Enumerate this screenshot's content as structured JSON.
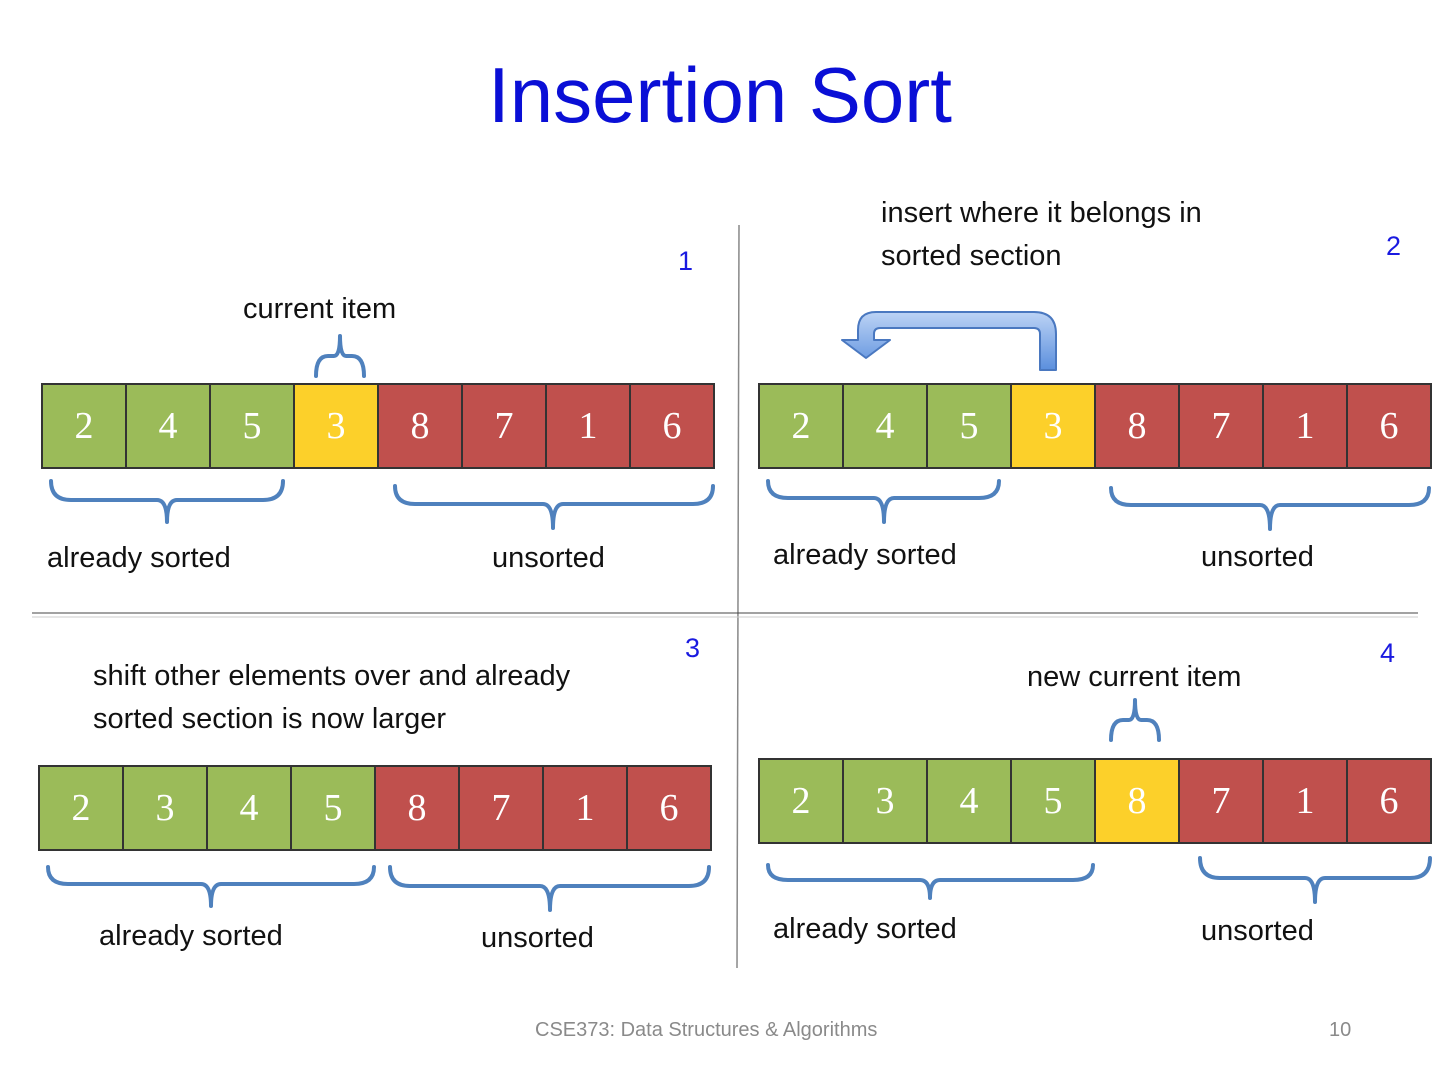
{
  "title": "Insertion Sort",
  "colors": {
    "sorted": "#9bbb59",
    "current": "#fcd02a",
    "unsorted": "#c0504d",
    "brace": "#4f81bd",
    "title": "#0a0fd6"
  },
  "panels": [
    {
      "number": "1",
      "top_label": "current item",
      "cells": [
        {
          "v": "2",
          "s": "sorted"
        },
        {
          "v": "4",
          "s": "sorted"
        },
        {
          "v": "5",
          "s": "sorted"
        },
        {
          "v": "3",
          "s": "current"
        },
        {
          "v": "8",
          "s": "unsorted"
        },
        {
          "v": "7",
          "s": "unsorted"
        },
        {
          "v": "1",
          "s": "unsorted"
        },
        {
          "v": "6",
          "s": "unsorted"
        }
      ],
      "left_label": "already sorted",
      "right_label": "unsorted"
    },
    {
      "number": "2",
      "top_label": "insert where it belongs in\nsorted section",
      "cells": [
        {
          "v": "2",
          "s": "sorted"
        },
        {
          "v": "4",
          "s": "sorted"
        },
        {
          "v": "5",
          "s": "sorted"
        },
        {
          "v": "3",
          "s": "current"
        },
        {
          "v": "8",
          "s": "unsorted"
        },
        {
          "v": "7",
          "s": "unsorted"
        },
        {
          "v": "1",
          "s": "unsorted"
        },
        {
          "v": "6",
          "s": "unsorted"
        }
      ],
      "left_label": "already sorted",
      "right_label": "unsorted"
    },
    {
      "number": "3",
      "top_label": "shift other elements over and already\nsorted section is now larger",
      "cells": [
        {
          "v": "2",
          "s": "sorted"
        },
        {
          "v": "3",
          "s": "sorted"
        },
        {
          "v": "4",
          "s": "sorted"
        },
        {
          "v": "5",
          "s": "sorted"
        },
        {
          "v": "8",
          "s": "unsorted"
        },
        {
          "v": "7",
          "s": "unsorted"
        },
        {
          "v": "1",
          "s": "unsorted"
        },
        {
          "v": "6",
          "s": "unsorted"
        }
      ],
      "left_label": "already sorted",
      "right_label": "unsorted"
    },
    {
      "number": "4",
      "top_label": "new current item",
      "cells": [
        {
          "v": "2",
          "s": "sorted"
        },
        {
          "v": "3",
          "s": "sorted"
        },
        {
          "v": "4",
          "s": "sorted"
        },
        {
          "v": "5",
          "s": "sorted"
        },
        {
          "v": "8",
          "s": "current"
        },
        {
          "v": "7",
          "s": "unsorted"
        },
        {
          "v": "1",
          "s": "unsorted"
        },
        {
          "v": "6",
          "s": "unsorted"
        }
      ],
      "left_label": "already sorted",
      "right_label": "unsorted"
    }
  ],
  "footer": {
    "course": "CSE373: Data Structures & Algorithms",
    "page": "10"
  }
}
